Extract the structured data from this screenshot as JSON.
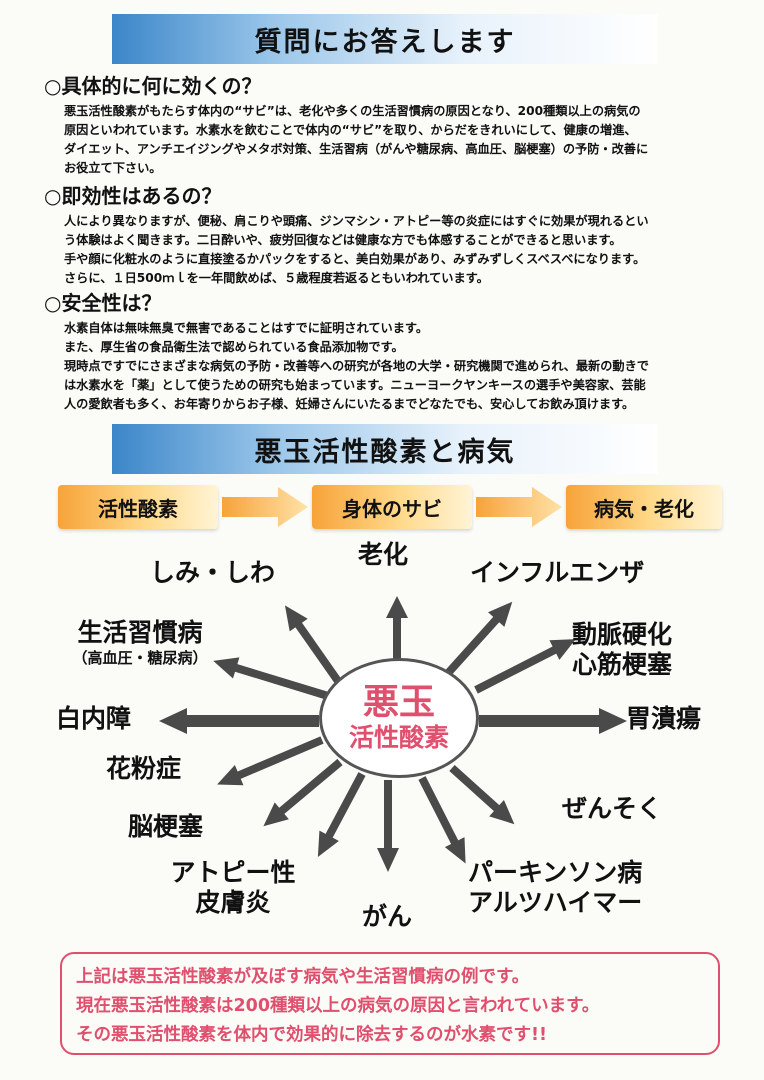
{
  "header": {
    "title": "質問にお答えします"
  },
  "qa": [
    {
      "question": "○具体的に何に効くの？",
      "lines": [
        "悪玉活性酸素がもたらす体内の“サビ”は、老化や多くの生活習慣病の原因となり、200種類以上の病気の",
        "原因といわれています。水素水を飲むことで体内の“サビ”を取り、からだをきれいにして、健康の増進、",
        "ダイエット、アンチエイジングやメタボ対策、生活習病（がんや糖尿病、高血圧、脳梗塞）の予防・改善に",
        "お役立て下さい。"
      ]
    },
    {
      "question": "○即効性はあるの？",
      "lines": [
        "人により異なりますが、便秘、肩こりや頭痛、ジンマシン・アトピー等の炎症にはすぐに効果が現れるとい",
        "う体験はよく聞きます。二日酔いや、疲労回復などは健康な方でも体感することができると思います。",
        "手や顔に化粧水のように直接塗るかパックをすると、美白効果があり、みずみずしくスベスベになります。",
        "さらに、１日500ｍｌを一年間飲めば、５歳程度若返るともいわれています。"
      ]
    },
    {
      "question": "○安全性は？",
      "lines": [
        "水素自体は無味無臭で無害であることはすでに証明されています。",
        "また、厚生省の食品衛生法で認められている食品添加物です。",
        "現時点ですでにさまざまな病気の予防・改善等への研究が各地の大学・研究機関で進められ、最新の動きで",
        "は水素水を「薬」として使うための研究も始まっています。ニューヨークヤンキースの選手や美容家、芸能",
        "人の愛飲者も多く、お年寄りからお子様、妊婦さんにいたるまでどなたでも、安心してお飲み頂けます。"
      ]
    }
  ],
  "section2": {
    "title": "悪玉活性酸素と病気"
  },
  "flow": [
    "活性酸素",
    "身体のサビ",
    "病気・老化"
  ],
  "center": {
    "title": "悪玉",
    "subtitle": "活性酸素"
  },
  "diseases": {
    "aging": "老化",
    "spots": "しみ・しわ",
    "influenza": "インフルエンザ",
    "lifestyle": "生活習慣病",
    "lifestyle_sub": "（高血圧・糖尿病）",
    "arterio_1": "動脈硬化",
    "arterio_2": "心筋梗塞",
    "cataract": "白内障",
    "ulcer": "胃潰瘍",
    "pollen": "花粉症",
    "asthma": "ぜんそく",
    "stroke": "脳梗塞",
    "atopy_1": "アトピー性",
    "atopy_2": "皮膚炎",
    "cancer": "がん",
    "parkinson_1": "パーキンソン病",
    "parkinson_2": "アルツハイマー"
  },
  "note": [
    "上記は悪玉活性酸素が及ぼす病気や生活習慣病の例です。",
    "現在悪玉活性酸素は200種類以上の病気の原因と言われています。",
    "その悪玉活性酸素を体内で効果的に除去するのが水素です!!"
  ],
  "colors": {
    "accent_pink": "#e0506e",
    "banner_blue": "#3b86c9",
    "flow_orange": "#f7a339",
    "arrow_gray": "#4a4a4a"
  }
}
